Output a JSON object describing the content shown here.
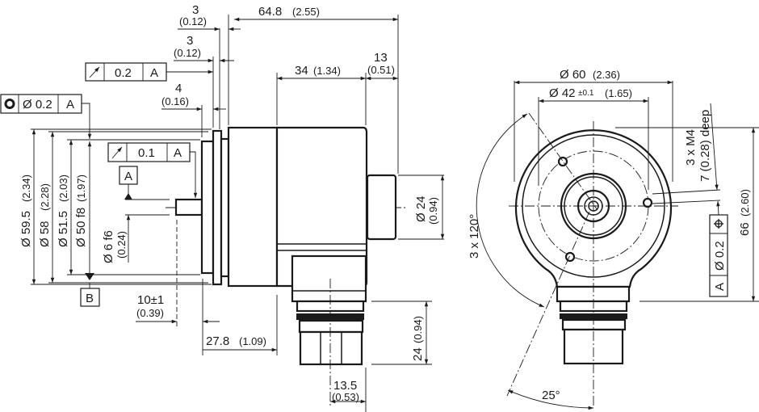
{
  "side_view": {
    "dim_overall": {
      "value": "64.8",
      "inch": "(2.55)"
    },
    "dim_flange_a": {
      "value": "3",
      "inch": "(0.12)"
    },
    "dim_flange_b": {
      "value": "3",
      "inch": "(0.12)"
    },
    "dim_spigot": {
      "value": "4",
      "inch": "(0.16)"
    },
    "dim_body": {
      "value": "34",
      "inch": "(1.34)"
    },
    "dim_cap": {
      "value": "13",
      "inch": "(0.51)"
    },
    "dim_d595": {
      "value": "Ø 59.5",
      "inch": "(2.34)"
    },
    "dim_d58": {
      "value": "Ø 58",
      "inch": "(2.28)"
    },
    "dim_d515": {
      "value": "Ø 51.5",
      "inch": "(2.03)"
    },
    "dim_d50": {
      "value": "Ø 50 f8",
      "inch": "(1.97)"
    },
    "dim_shaft": {
      "value": "Ø 6 f6",
      "inch": "(0.24)"
    },
    "dim_shaft_len": {
      "value": "10±1",
      "inch": "(0.39)"
    },
    "dim_connector_pos": {
      "value": "27.8",
      "inch": "(1.09)"
    },
    "dim_cap_dia": {
      "value": "Ø 24",
      "inch": "(0.94)"
    },
    "dim_connector_len": {
      "value": "24",
      "inch": "(0.94)"
    },
    "dim_connector_off": {
      "value": "13.5",
      "inch": "(0.53)"
    },
    "fcf_runout_02": {
      "symbol": "runout",
      "tol": "0.2",
      "datum": "A"
    },
    "fcf_concentricity": {
      "symbol": "concentricity",
      "tol": "Ø 0.2",
      "datum": "A"
    },
    "fcf_runout_01": {
      "symbol": "runout",
      "tol": "0.1",
      "datum": "A"
    },
    "datum_a": "A",
    "datum_b": "B"
  },
  "front_view": {
    "dim_d60": {
      "value": "Ø 60",
      "inch": "(2.36)"
    },
    "dim_d42": {
      "value": "Ø 42",
      "tol": "±0.1",
      "inch": "(1.65)"
    },
    "holes_line1": "3 x M4",
    "holes_line2": "7 (0.28) deep",
    "angle_pattern": "3 x 120°",
    "angle_offset": "25°",
    "dim_height": {
      "value": "66",
      "inch": "(2.60)"
    },
    "fcf_position": {
      "symbol": "position",
      "tol": "Ø 0.2",
      "datum": "A"
    }
  }
}
